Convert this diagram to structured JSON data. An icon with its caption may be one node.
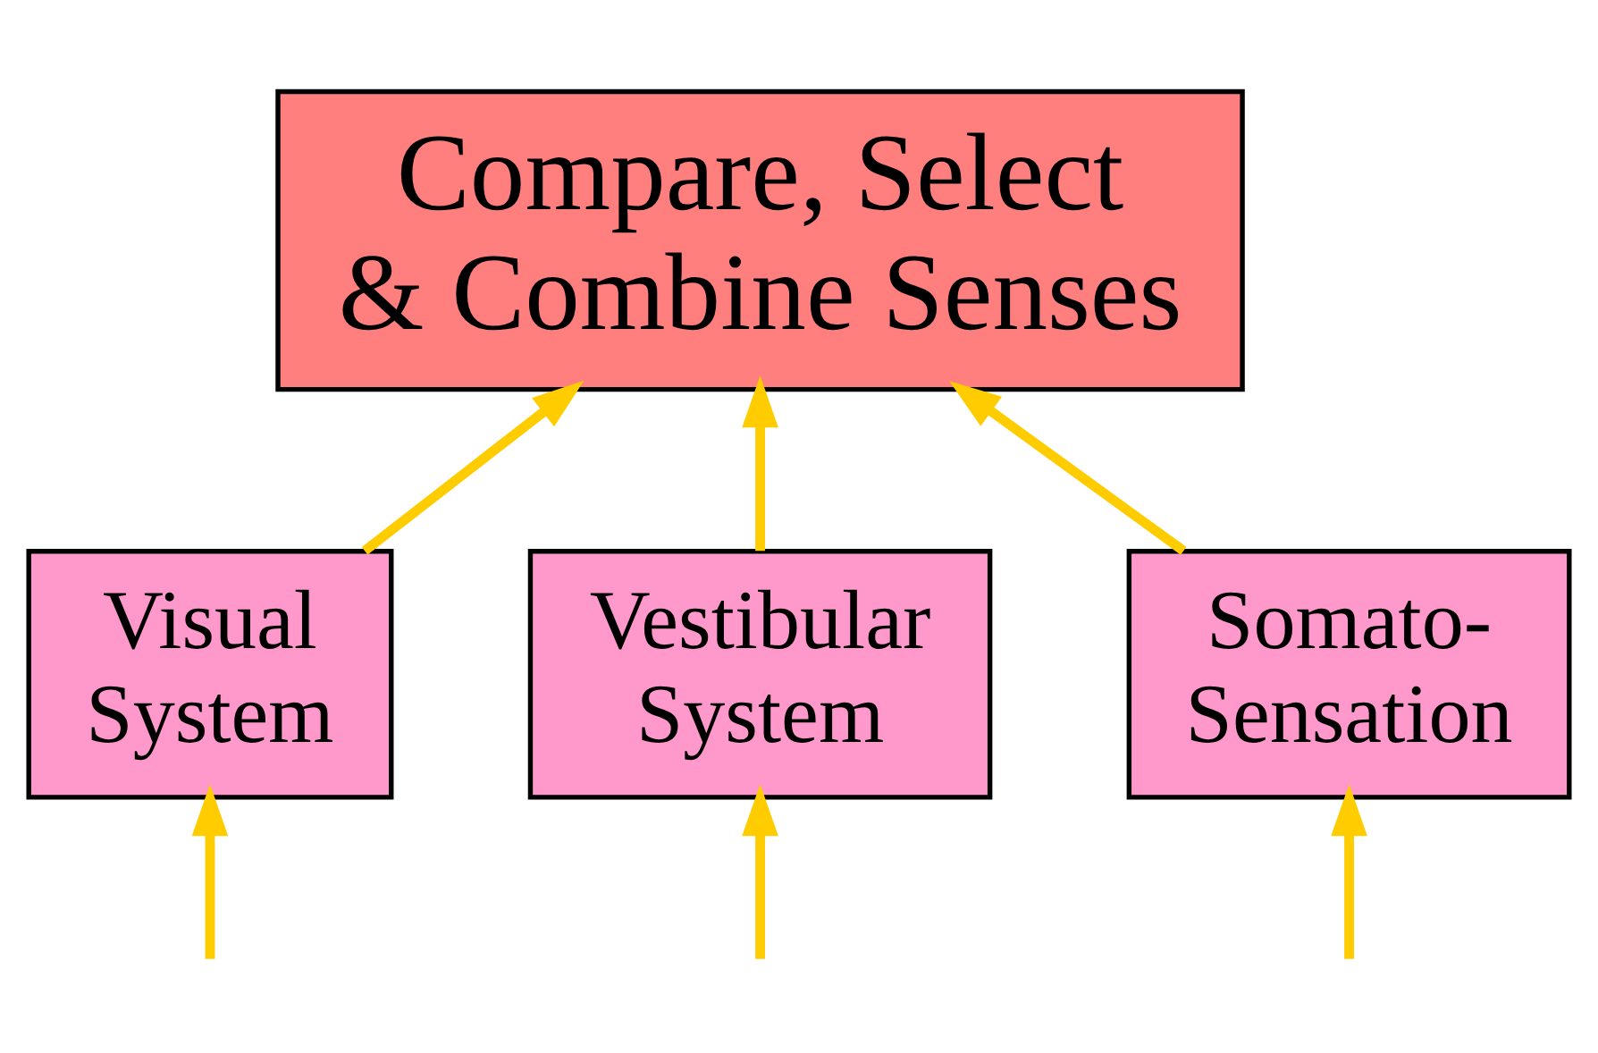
{
  "diagram": {
    "nodes": [
      {
        "text": [
          "Compare, Select & Combine Senses"
        ]
      },
      {
        "text": [
          "Visual System"
        ]
      },
      {
        "text": [
          "Vestibular System"
        ]
      },
      {
        "text": [
          "Somato- Sensation"
        ]
      }
    ],
    "edges": [
      {
        "from": 1,
        "to": 0,
        "arrow": "to"
      },
      {
        "from": 2,
        "to": 0,
        "arrow": "to"
      },
      {
        "from": 3,
        "to": 0,
        "arrow": "to"
      },
      {
        "from": null,
        "to": 1,
        "arrow": "to"
      },
      {
        "from": null,
        "to": 2,
        "arrow": "to"
      },
      {
        "from": null,
        "to": 3,
        "arrow": "to"
      }
    ]
  }
}
